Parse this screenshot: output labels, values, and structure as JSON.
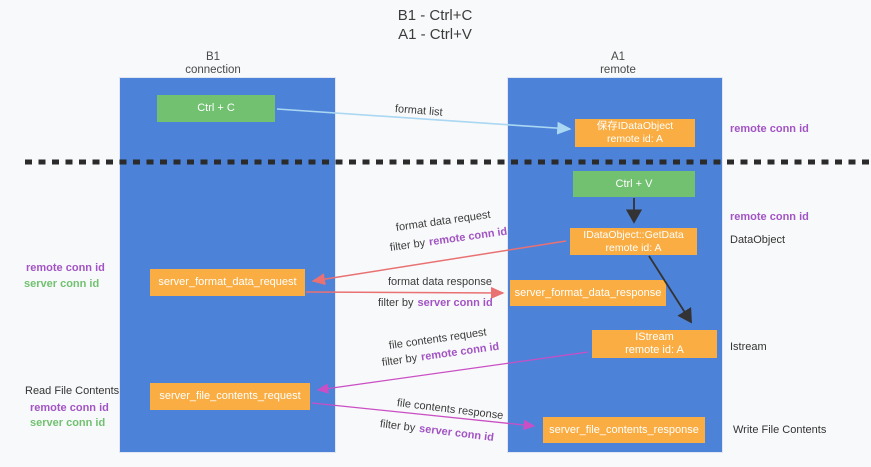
{
  "title": {
    "line1": "B1 - Ctrl+C",
    "line2": "A1 - Ctrl+V"
  },
  "lanes": {
    "left": {
      "name": "B1",
      "role": "connection"
    },
    "right": {
      "name": "A1",
      "role": "remote"
    }
  },
  "nodes": {
    "ctrl_c": {
      "label": "Ctrl + C"
    },
    "ctrl_v": {
      "label": "Ctrl + V"
    },
    "save_dataobject": {
      "line1": "保存IDataObject",
      "line2": "remote id: A"
    },
    "getdata": {
      "line1": "IDataObject::GetData",
      "line2": "remote id: A"
    },
    "istream": {
      "line1": "IStream",
      "line2": "remote id: A"
    },
    "format_request": {
      "label": "server_format_data_request"
    },
    "format_response": {
      "label": "server_format_data_response"
    },
    "file_request": {
      "label": "server_file_contents_request"
    },
    "file_response": {
      "label": "server_file_contents_response"
    }
  },
  "flow_labels": {
    "format_list": "format list",
    "format_data_request": "format data request",
    "format_data_response": "format data response",
    "file_contents_request": "file contents request",
    "file_contents_response": "file contents response",
    "filter_by": "filter by",
    "remote_conn_id": "remote conn id",
    "server_conn_id": "server conn id"
  },
  "side_labels": {
    "remote_conn_id": "remote conn id",
    "server_conn_id": "server conn id",
    "dataobject": "DataObject",
    "istream": "Istream",
    "read_file_contents": "Read File Contents",
    "write_file_contents": "Write File Contents"
  },
  "colors": {
    "lane_blue": "#4d82d9",
    "node_green": "#71c171",
    "node_orange": "#f9ad42",
    "conn_purple": "#a254c4",
    "conn_green": "#71c171",
    "arrow_red": "#e97173",
    "arrow_magenta": "#ca4fc5",
    "arrow_lightblue": "#aad7f2",
    "arrow_black": "#333333",
    "background": "#f8f9fa"
  }
}
